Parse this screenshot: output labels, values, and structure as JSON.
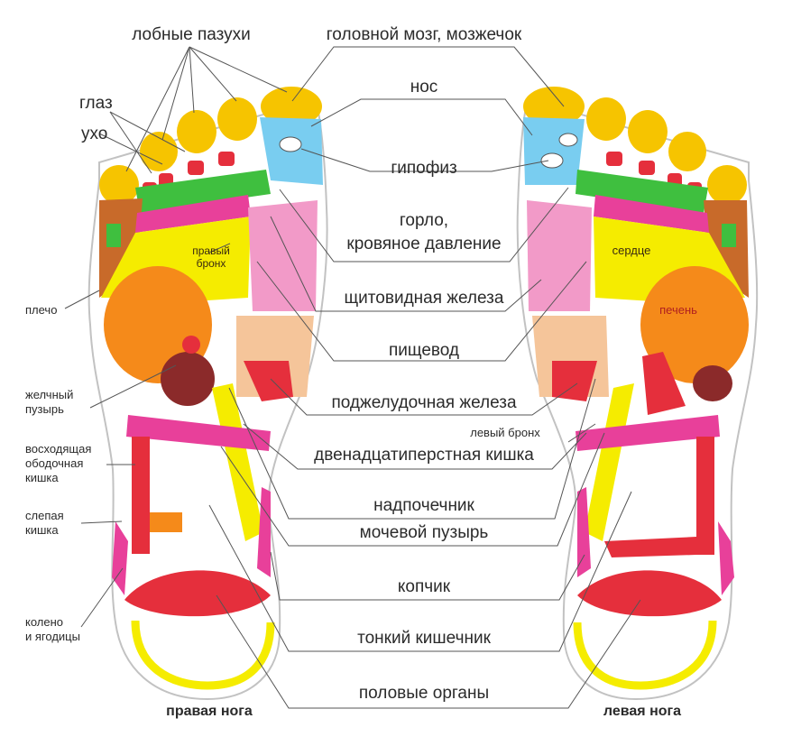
{
  "labels": {
    "frontal_sinuses": "лобные пазухи",
    "brain": "головной мозг, мозжечок",
    "nose": "нос",
    "eye": "глаз",
    "ear": "ухо",
    "pituitary": "гипофиз",
    "throat_bp_1": "горло,",
    "throat_bp_2": "кровяное давление",
    "right_bronchus_1": "правый",
    "right_bronchus_2": "бронх",
    "heart": "сердце",
    "thyroid": "щитовидная железа",
    "shoulder": "плечо",
    "liver": "печень",
    "esophagus": "пищевод",
    "gallbladder_1": "желчный",
    "gallbladder_2": "пузырь",
    "pancreas": "поджелудочная железа",
    "left_bronchus": "левый бронх",
    "ascending_colon_1": "восходящая",
    "ascending_colon_2": "ободочная",
    "ascending_colon_3": "кишка",
    "duodenum": "двенадцатиперстная кишка",
    "adrenal": "надпочечник",
    "cecum_1": "слепая",
    "cecum_2": "кишка",
    "bladder": "мочевой пузырь",
    "coccyx": "копчик",
    "knee_1": "колено",
    "knee_2": "и ягодицы",
    "small_intestine": "тонкий кишечник",
    "genitals": "половые органы",
    "right_foot": "правая нога",
    "left_foot": "левая нога"
  },
  "colors": {
    "toe_yellow": "#f6c400",
    "brain_blue": "#79cdf0",
    "green": "#3fbf3f",
    "magenta": "#e8409a",
    "yellow": "#f5ec00",
    "orange": "#f58a1a",
    "red": "#e52f3c",
    "pink": "#f29ac8",
    "peach": "#f5c59a",
    "dark_red": "#8b2a2a",
    "brown": "#c86a2a",
    "outline": "#c2c2c2"
  }
}
